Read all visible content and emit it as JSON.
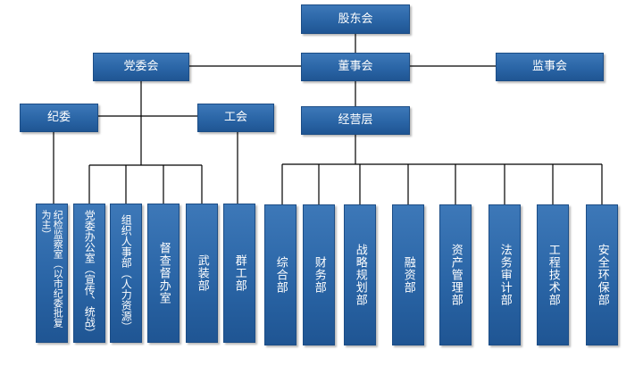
{
  "nodes": {
    "shareholders": "股东会",
    "board": "董事会",
    "supervisors": "监事会",
    "party": "党委会",
    "discipline": "纪委",
    "union": "工会",
    "management": "经营层"
  },
  "party_departments": [
    "纪检监察室（以市纪委批复为主）",
    "党委办公室（宣传、统战）",
    "组织人事部（人力资源）",
    "督查督办室",
    "武装部",
    "群工部"
  ],
  "business_departments": [
    "综合部",
    "财务部",
    "战略规划部",
    "融资部",
    "资产管理部",
    "法务审计部",
    "工程技术部",
    "安全环保部"
  ],
  "colors": {
    "box": "#2a65a6",
    "line": "#000000"
  }
}
